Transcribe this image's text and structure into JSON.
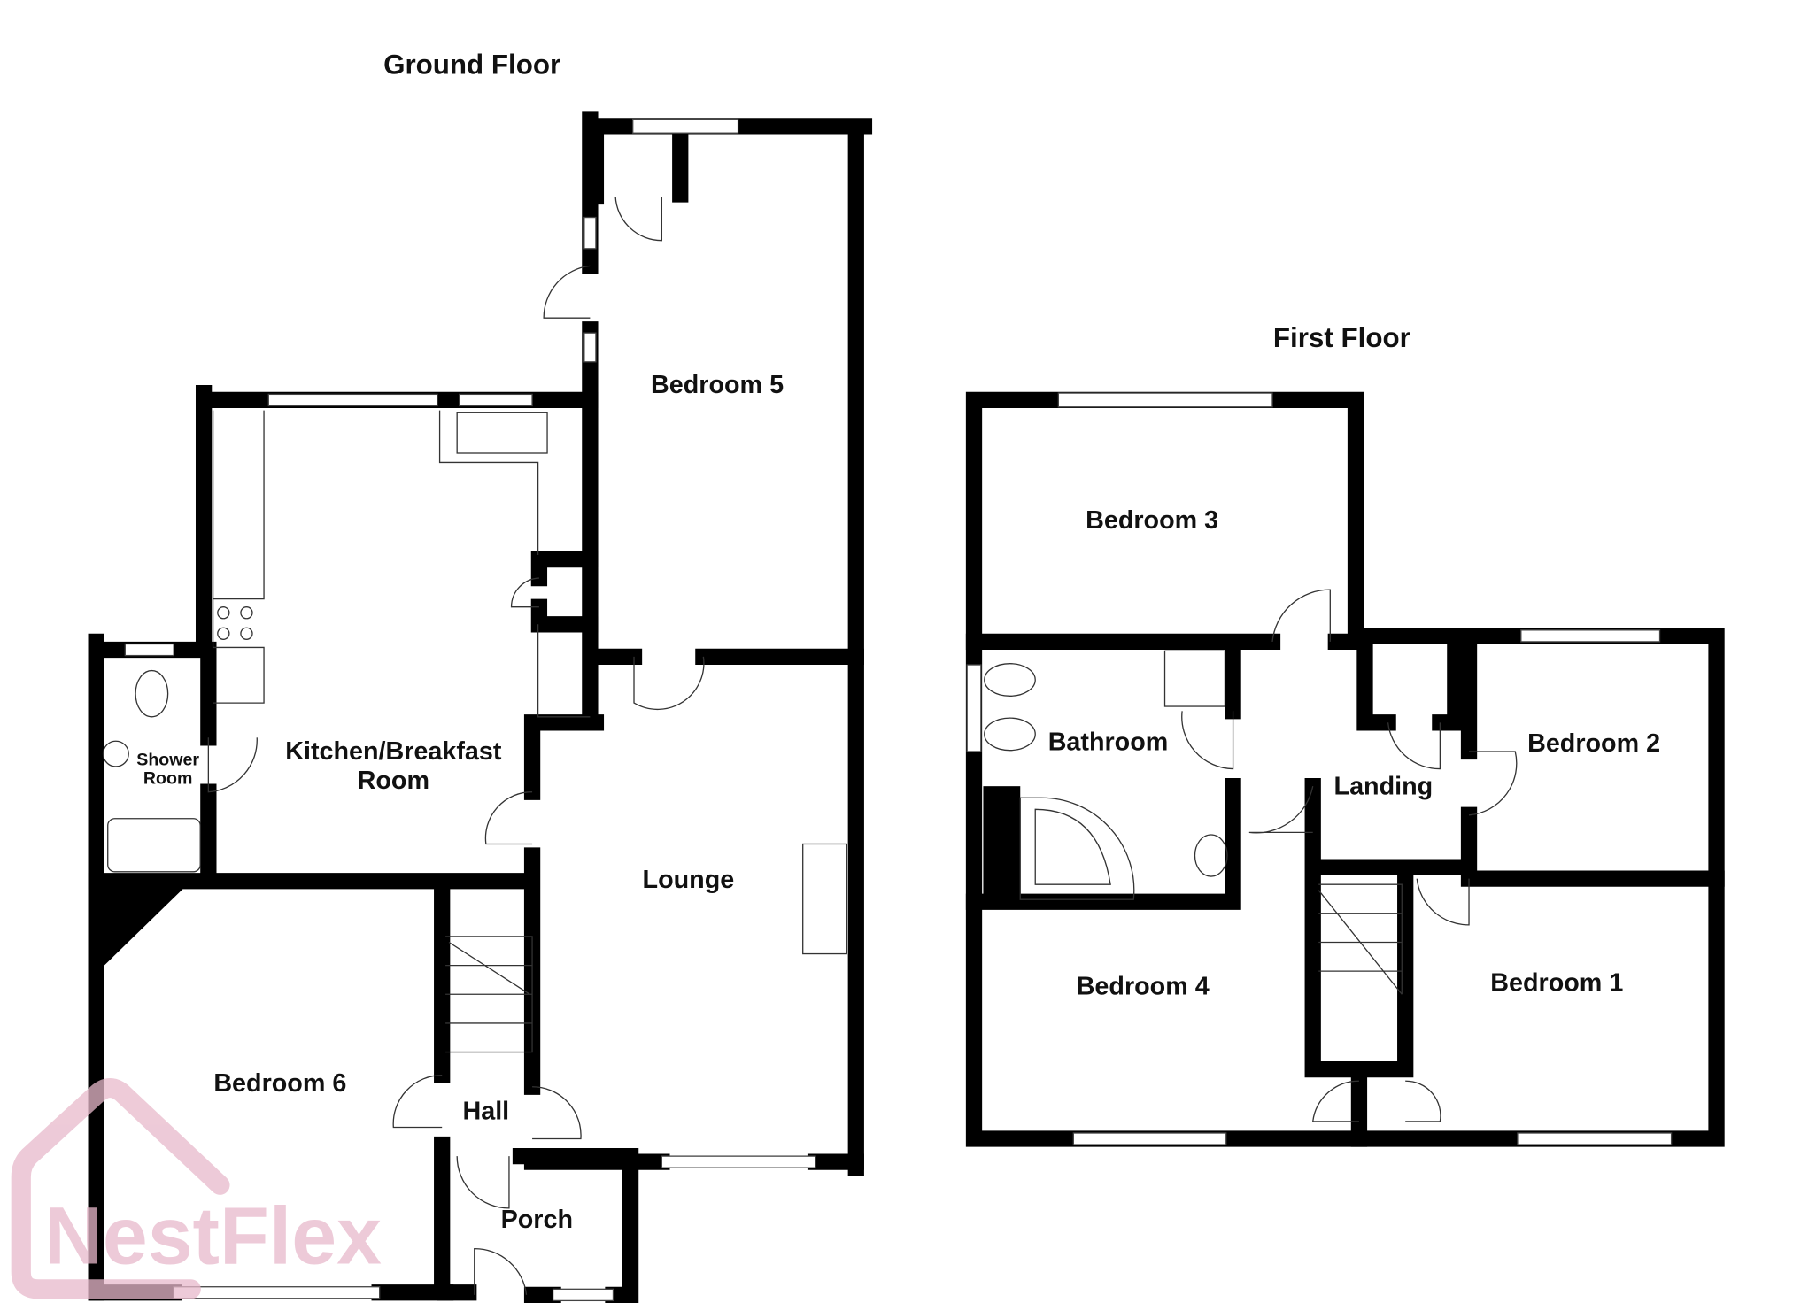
{
  "floors": [
    {
      "title": "Ground Floor",
      "rooms": [
        "Bedroom 5",
        "Kitchen/Breakfast",
        "Room",
        "Shower",
        "Room",
        "Lounge",
        "Bedroom 6",
        "Hall",
        "Porch"
      ]
    },
    {
      "title": "First Floor",
      "rooms": [
        "Bedroom 3",
        "Bathroom",
        "Landing",
        "Bedroom 2",
        "Bedroom 4",
        "Bedroom 1"
      ]
    }
  ],
  "watermark": {
    "text": "NestFlex",
    "color": "#e8b9cb"
  },
  "colors": {
    "wall": "#000000",
    "background": "#ffffff"
  }
}
